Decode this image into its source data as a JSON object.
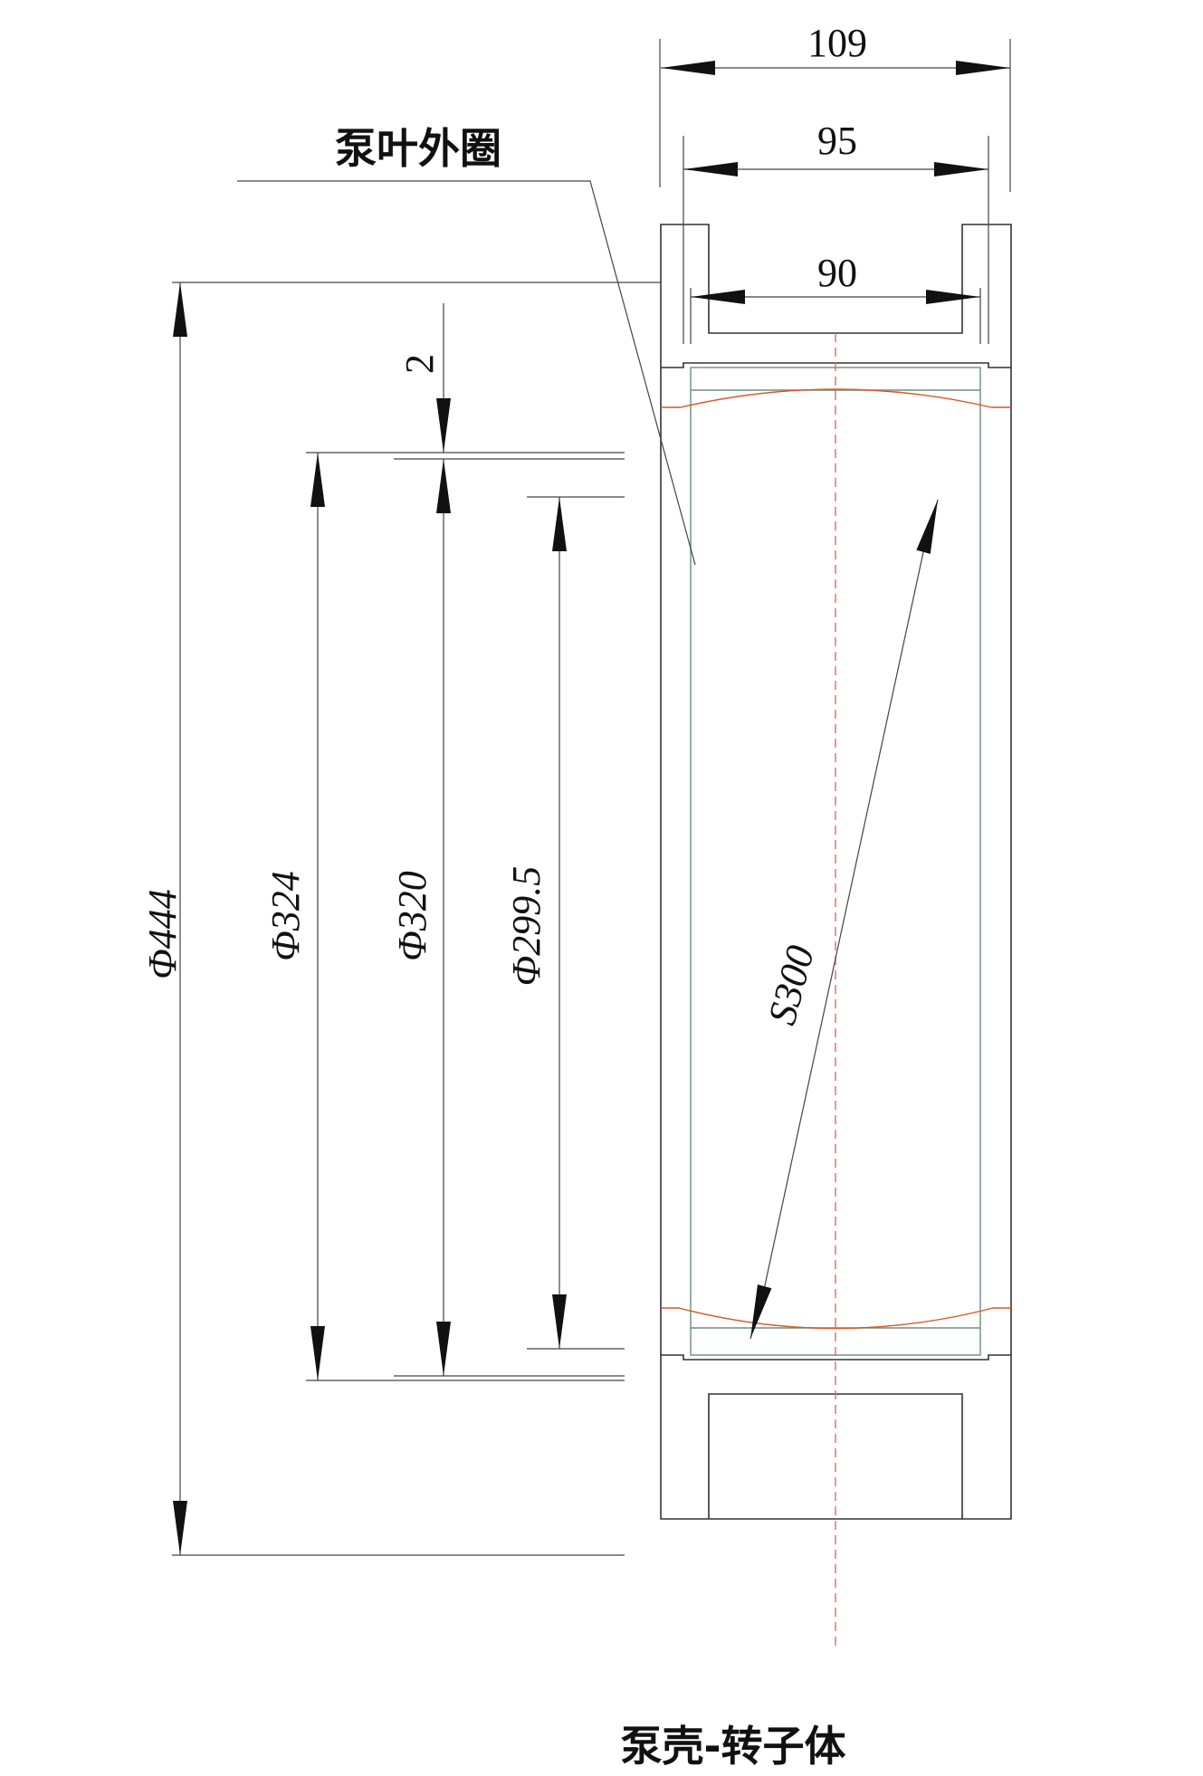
{
  "labels": {
    "impeller_outer_ring": "泵叶外圈",
    "title": "泵壳-转子体"
  },
  "dimensions": {
    "width_109": "109",
    "width_95": "95",
    "width_90": "90",
    "gap_2": "2",
    "dia_444": "Φ444",
    "dia_324": "Φ324",
    "dia_320": "Φ320",
    "dia_299_5": "Φ299.5",
    "sphere_300": "S300"
  },
  "colors": {
    "outline": "#333333",
    "rotor": "#6d8f7a",
    "profile": "#d9572a",
    "centerline": "#d97060"
  }
}
